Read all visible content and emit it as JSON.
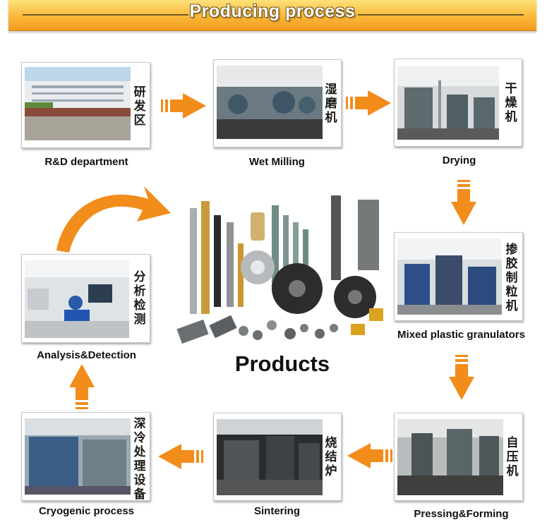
{
  "header": {
    "title": "Producing process"
  },
  "stages": [
    {
      "id": "rd",
      "cn": "研发区",
      "en": "R&D department"
    },
    {
      "id": "wet",
      "cn": "湿磨机",
      "en": "Wet Milling"
    },
    {
      "id": "dry",
      "cn": "干燥机",
      "en": "Drying"
    },
    {
      "id": "mix",
      "cn": "掺胶制粒机",
      "en": "Mixed plastic granulators"
    },
    {
      "id": "press",
      "cn": "自压机",
      "en": "Pressing&Forming"
    },
    {
      "id": "sinter",
      "cn": "烧结炉",
      "en": "Sintering"
    },
    {
      "id": "cryo",
      "cn": "深冷处理设备",
      "en": "Cryogenic process"
    },
    {
      "id": "analysis",
      "cn": "分析检测",
      "en": "Analysis&Detection"
    }
  ],
  "center": {
    "title": "Products"
  },
  "colors": {
    "arrow": "#f28c1a",
    "banner": "#fbb93a"
  }
}
